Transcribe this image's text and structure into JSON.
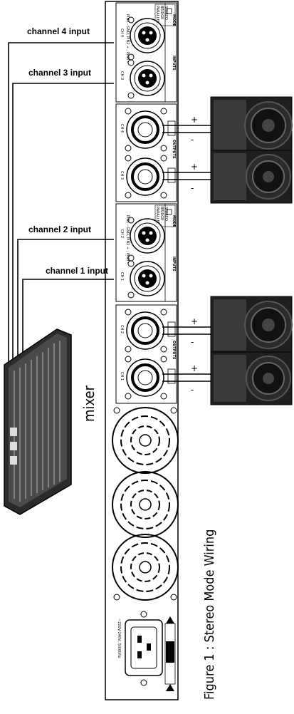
{
  "inputs": {
    "ch4_label": "channel 4 input",
    "ch3_label": "channel 3 input",
    "ch2_label": "channel 2 input",
    "ch1_label": "channel 1 input"
  },
  "mixer_label": "mixer",
  "figure_caption": "Figure 1 : Stereo Mode Wiring",
  "amp": {
    "mode_label": "MODE",
    "bridge_label": "BRIDGE",
    "parallel_label": "PARALLEL",
    "stereo_label": "STEREO",
    "inputs_label": "INPUTS",
    "outputs_label": "OUTPUTS",
    "pin_label": "PIN1 - GND, PIN2 + , PIN3 -",
    "power_label": "~220V-240V, 50/60Hz",
    "ch_labels": [
      "CH 1",
      "CH 2",
      "CH 3",
      "CH 4"
    ]
  },
  "polarity": {
    "plus": "+",
    "minus": "-"
  }
}
